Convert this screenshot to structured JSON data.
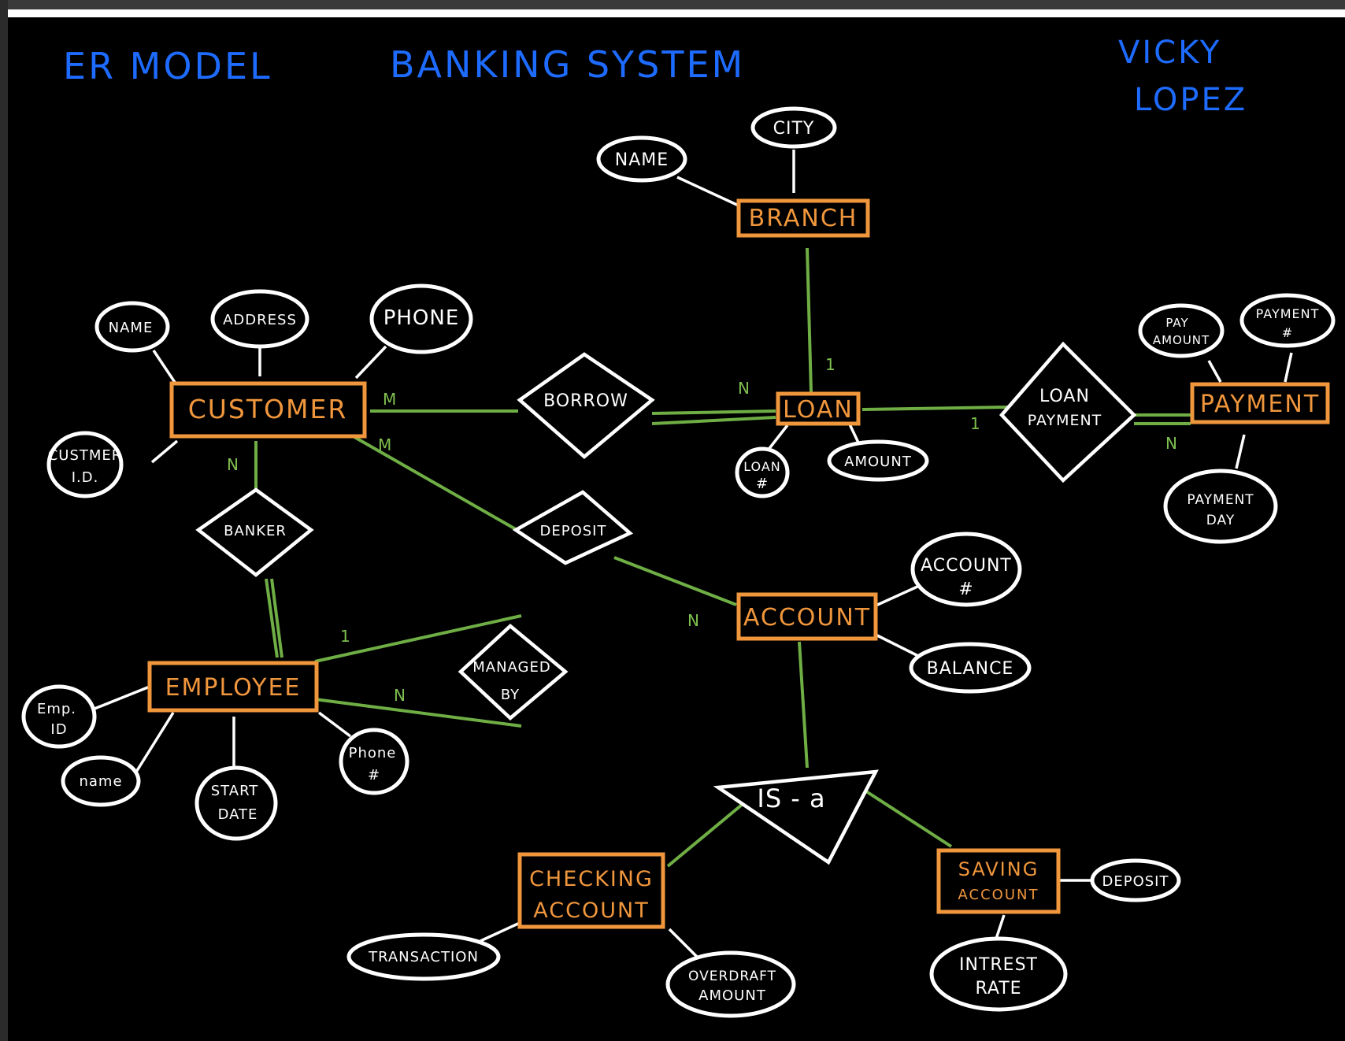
{
  "title": "ER MODEL",
  "subtitle": "BANKING SYSTEM",
  "author_line1": "VICKY",
  "author_line2": "LOPEZ",
  "colors": {
    "entity": "#f0963c",
    "heading": "#1e6bff",
    "connector": "#6fae45",
    "attribute": "#ffffff"
  },
  "entities": {
    "customer": "CUSTOMER",
    "branch": "BRANCH",
    "loan": "LOAN",
    "payment": "PAYMENT",
    "account": "ACCOUNT",
    "employee": "EMPLOYEE",
    "checking_l1": "CHECKING",
    "checking_l2": "ACCOUNT",
    "saving_l1": "SAVING",
    "saving_l2": "ACCOUNT"
  },
  "relationships": {
    "borrow": "BORROW",
    "loan_payment_l1": "LOAN",
    "loan_payment_l2": "PAYMENT",
    "banker": "BANKER",
    "deposit": "DEPOSIT",
    "managed_by_l1": "MANAGED",
    "managed_by_l2": "BY",
    "is_a": "IS - a"
  },
  "attributes": {
    "branch_name": "NAME",
    "branch_city": "CITY",
    "cust_name": "NAME",
    "cust_address": "ADDRESS",
    "cust_phone": "PHONE",
    "cust_id_l1": "CUSTMER",
    "cust_id_l2": "I.D.",
    "loan_num_l1": "LOAN",
    "loan_num_l2": "#",
    "loan_amount": "AMOUNT",
    "pay_amount_l1": "PAY",
    "pay_amount_l2": "AMOUNT",
    "payment_num_l1": "PAYMENT",
    "payment_num_l2": "#",
    "payment_day_l1": "PAYMENT",
    "payment_day_l2": "DAY",
    "account_num_l1": "ACCOUNT",
    "account_num_l2": "#",
    "balance": "BALANCE",
    "emp_id_l1": "Emp.",
    "emp_id_l2": "ID",
    "emp_name": "name",
    "start_date_l1": "START",
    "start_date_l2": "DATE",
    "emp_phone_l1": "Phone",
    "emp_phone_l2": "#",
    "transaction": "TRANSACTION",
    "overdraft_l1": "OVERDRAFT",
    "overdraft_l2": "AMOUNT",
    "saving_deposit": "DEPOSIT",
    "interest_l1": "INTREST",
    "interest_l2": "RATE"
  },
  "cardinalities": {
    "cust_borrow": "M",
    "borrow_loan": "N",
    "branch_loan": "1",
    "loan_loanpayment": "1",
    "loanpayment_payment": "N",
    "cust_banker": "N",
    "cust_deposit": "M",
    "deposit_account": "N",
    "emp_managed_1": "1",
    "emp_managed_n": "N"
  }
}
